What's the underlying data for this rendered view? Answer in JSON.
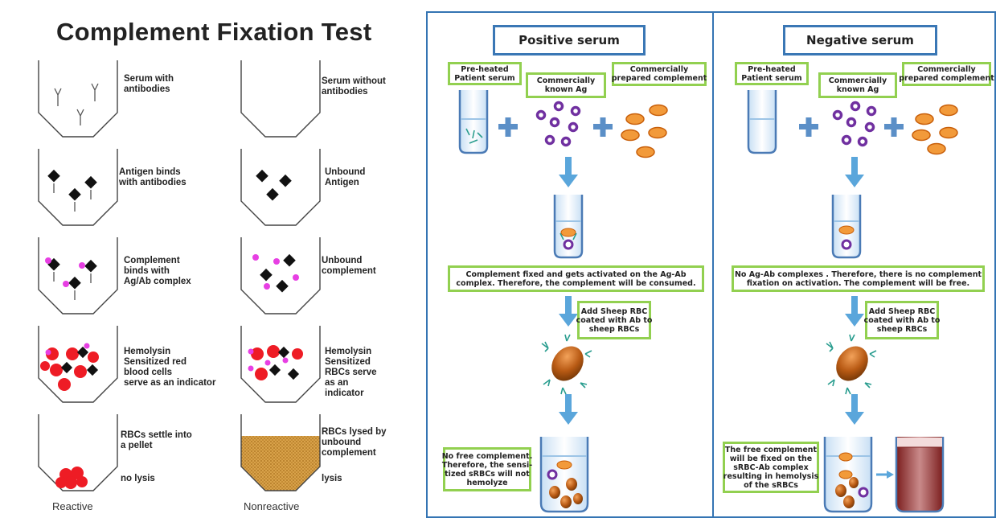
{
  "left": {
    "title": "Complement Fixation Test",
    "reactive": [
      "Serum with\nantibodies",
      "Antigen binds\nwith antibodies",
      "Complement\nbinds with\nAg/Ab complex",
      "Hemolysin\nSensitized red\nblood cells\nserve as an indicator",
      "RBCs settle into\na pellet"
    ],
    "reactive_note": "no lysis",
    "nonreactive": [
      "Serum without\nantibodies",
      "Unbound\nAntigen",
      "Unbound\ncomplement",
      "Hemolysin\nSensitized\nRBCs serve\nas an\nindicator",
      "RBCs lysed by\nunbound\ncomplement"
    ],
    "nonreactive_note": "lysis",
    "reactive_label": "Reactive",
    "nonreactive_label": "Nonreactive"
  },
  "positive": {
    "header": "Positive serum",
    "preheated": "Pre-heated\nPatient serum",
    "ag": "Commercially\nknown Ag",
    "complement": "Commercially\nprepared complement",
    "fixed": "Complement fixed and gets activated on the Ag-Ab\ncomplex. Therefore, the complement will be consumed.",
    "add_rbc": "Add Sheep RBC\ncoated with Ab to\nsheep RBCs",
    "result": "No free complement.\nTherefore, the sensi-\ntized sRBCs will not\nhemolyze"
  },
  "negative": {
    "header": "Negative serum",
    "preheated": "Pre-heated\nPatient serum",
    "ag": "Commercially\nknown Ag",
    "complement": "Commercially\nprepared complement",
    "fixed": "No Ag-Ab complexes . Therefore, there is no complement\nfixation on activation. The complement will be free.",
    "add_rbc": "Add Sheep RBC\ncoated with Ab to\nsheep RBCs",
    "result": "The free complement\nwill be fixed on the\nsRBC-Ab complex\nresulting in hemolysis\nof the sRBCs"
  },
  "colors": {
    "panel_border": "#3474b3",
    "label_border": "#92d050",
    "arrow": "#5aa6db",
    "plus": "#5b8fc7",
    "complement": "#f29a3a",
    "antigen": "#7030a0",
    "rbc": "#ee1c25",
    "dot": "#e73fe3",
    "hemolyzed": "#9b2c2c"
  }
}
